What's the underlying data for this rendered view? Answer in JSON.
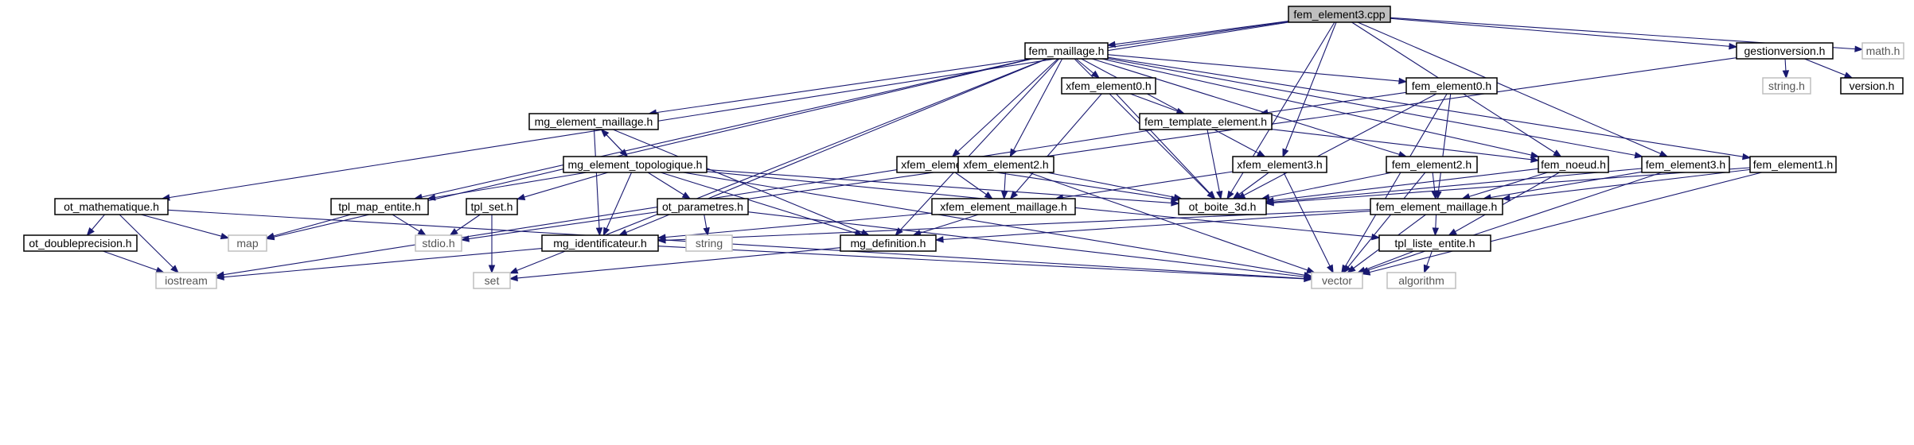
{
  "nodes": [
    {
      "id": "root",
      "label": "fem_element3.cpp",
      "kind": "root"
    },
    {
      "id": "fem_maillage",
      "label": "fem_maillage.h",
      "kind": "local"
    },
    {
      "id": "gestionversion",
      "label": "gestionversion.h",
      "kind": "local"
    },
    {
      "id": "math",
      "label": "math.h",
      "kind": "system"
    },
    {
      "id": "string_h",
      "label": "string.h",
      "kind": "system"
    },
    {
      "id": "version",
      "label": "version.h",
      "kind": "local"
    },
    {
      "id": "xfem_element0",
      "label": "xfem_element0.h",
      "kind": "local"
    },
    {
      "id": "fem_element0",
      "label": "fem_element0.h",
      "kind": "local"
    },
    {
      "id": "mg_element_maillage",
      "label": "mg_element_maillage.h",
      "kind": "local"
    },
    {
      "id": "fem_template_element",
      "label": "fem_template_element.h",
      "kind": "local"
    },
    {
      "id": "mg_element_topologique",
      "label": "mg_element_topologique.h",
      "kind": "local"
    },
    {
      "id": "xfem_element1",
      "label": "xfem_element1.h",
      "kind": "local"
    },
    {
      "id": "xfem_element2",
      "label": "xfem_element2.h",
      "kind": "local"
    },
    {
      "id": "xfem_element3",
      "label": "xfem_element3.h",
      "kind": "local"
    },
    {
      "id": "fem_element2",
      "label": "fem_element2.h",
      "kind": "local"
    },
    {
      "id": "fem_noeud",
      "label": "fem_noeud.h",
      "kind": "local"
    },
    {
      "id": "fem_element3",
      "label": "fem_element3.h",
      "kind": "local"
    },
    {
      "id": "fem_element1",
      "label": "fem_element1.h",
      "kind": "local"
    },
    {
      "id": "ot_mathematique",
      "label": "ot_mathematique.h",
      "kind": "local"
    },
    {
      "id": "tpl_map_entite",
      "label": "tpl_map_entite.h",
      "kind": "local"
    },
    {
      "id": "tpl_set",
      "label": "tpl_set.h",
      "kind": "local"
    },
    {
      "id": "ot_parametres",
      "label": "ot_parametres.h",
      "kind": "local"
    },
    {
      "id": "xfem_element_maillage",
      "label": "xfem_element_maillage.h",
      "kind": "local"
    },
    {
      "id": "ot_boite_3d",
      "label": "ot_boite_3d.h",
      "kind": "local"
    },
    {
      "id": "fem_element_maillage",
      "label": "fem_element_maillage.h",
      "kind": "local"
    },
    {
      "id": "ot_doubleprecision",
      "label": "ot_doubleprecision.h",
      "kind": "local"
    },
    {
      "id": "map",
      "label": "map",
      "kind": "system"
    },
    {
      "id": "stdio",
      "label": "stdio.h",
      "kind": "system"
    },
    {
      "id": "mg_identificateur",
      "label": "mg_identificateur.h",
      "kind": "local"
    },
    {
      "id": "string",
      "label": "string",
      "kind": "system"
    },
    {
      "id": "mg_definition",
      "label": "mg_definition.h",
      "kind": "local"
    },
    {
      "id": "tpl_liste_entite",
      "label": "tpl_liste_entite.h",
      "kind": "local"
    },
    {
      "id": "iostream",
      "label": "iostream",
      "kind": "system"
    },
    {
      "id": "set",
      "label": "set",
      "kind": "system"
    },
    {
      "id": "vector",
      "label": "vector",
      "kind": "system"
    },
    {
      "id": "algorithm",
      "label": "algorithm",
      "kind": "system"
    }
  ],
  "edges": [
    [
      "root",
      "fem_maillage"
    ],
    [
      "root",
      "gestionversion"
    ],
    [
      "root",
      "math"
    ],
    [
      "root",
      "mg_element_maillage"
    ],
    [
      "root",
      "ot_mathematique"
    ],
    [
      "root",
      "xfem_element3"
    ],
    [
      "root",
      "fem_noeud"
    ],
    [
      "root",
      "fem_element3"
    ],
    [
      "root",
      "ot_boite_3d"
    ],
    [
      "gestionversion",
      "string_h"
    ],
    [
      "gestionversion",
      "version"
    ],
    [
      "gestionversion",
      "stdio"
    ],
    [
      "fem_maillage",
      "xfem_element0"
    ],
    [
      "fem_maillage",
      "fem_element0"
    ],
    [
      "fem_maillage",
      "xfem_element1"
    ],
    [
      "fem_maillage",
      "xfem_element2"
    ],
    [
      "fem_maillage",
      "xfem_element3"
    ],
    [
      "fem_maillage",
      "fem_element2"
    ],
    [
      "fem_maillage",
      "fem_noeud"
    ],
    [
      "fem_maillage",
      "fem_element3"
    ],
    [
      "fem_maillage",
      "fem_element1"
    ],
    [
      "fem_maillage",
      "tpl_map_entite"
    ],
    [
      "fem_maillage",
      "map"
    ],
    [
      "fem_maillage",
      "set"
    ],
    [
      "fem_maillage",
      "mg_identificateur"
    ],
    [
      "fem_maillage",
      "mg_definition"
    ],
    [
      "fem_maillage",
      "ot_boite_3d"
    ],
    [
      "xfem_element0",
      "fem_template_element"
    ],
    [
      "xfem_element0",
      "xfem_element_maillage"
    ],
    [
      "xfem_element0",
      "ot_boite_3d"
    ],
    [
      "fem_element0",
      "fem_template_element"
    ],
    [
      "fem_element0",
      "ot_boite_3d"
    ],
    [
      "fem_element0",
      "fem_element_maillage"
    ],
    [
      "fem_element0",
      "vector"
    ],
    [
      "mg_element_maillage",
      "mg_element_topologique"
    ],
    [
      "mg_element_maillage",
      "mg_identificateur"
    ],
    [
      "mg_element_maillage",
      "mg_definition"
    ],
    [
      "fem_template_element",
      "fem_noeud"
    ],
    [
      "fem_template_element",
      "ot_boite_3d"
    ],
    [
      "fem_template_element",
      "iostream"
    ],
    [
      "mg_element_topologique",
      "mg_element_maillage"
    ],
    [
      "mg_element_topologique",
      "tpl_map_entite"
    ],
    [
      "mg_element_topologique",
      "tpl_set"
    ],
    [
      "mg_element_topologique",
      "ot_parametres"
    ],
    [
      "mg_element_topologique",
      "mg_identificateur"
    ],
    [
      "mg_element_topologique",
      "mg_definition"
    ],
    [
      "mg_element_topologique",
      "ot_boite_3d"
    ],
    [
      "mg_element_topologique",
      "tpl_liste_entite"
    ],
    [
      "mg_element_topologique",
      "vector"
    ],
    [
      "xfem_element1",
      "xfem_element_maillage"
    ],
    [
      "xfem_element1",
      "ot_boite_3d"
    ],
    [
      "xfem_element2",
      "xfem_element_maillage"
    ],
    [
      "xfem_element2",
      "ot_boite_3d"
    ],
    [
      "xfem_element2",
      "vector"
    ],
    [
      "xfem_element3",
      "xfem_element_maillage"
    ],
    [
      "xfem_element3",
      "ot_boite_3d"
    ],
    [
      "xfem_element3",
      "vector"
    ],
    [
      "fem_element2",
      "fem_element_maillage"
    ],
    [
      "fem_element2",
      "ot_boite_3d"
    ],
    [
      "fem_element2",
      "vector"
    ],
    [
      "fem_noeud",
      "fem_element_maillage"
    ],
    [
      "fem_noeud",
      "ot_boite_3d"
    ],
    [
      "fem_noeud",
      "tpl_liste_entite"
    ],
    [
      "fem_element3",
      "fem_element_maillage"
    ],
    [
      "fem_element3",
      "ot_boite_3d"
    ],
    [
      "fem_element3",
      "vector"
    ],
    [
      "fem_element1",
      "fem_element_maillage"
    ],
    [
      "fem_element1",
      "ot_boite_3d"
    ],
    [
      "fem_element1",
      "vector"
    ],
    [
      "ot_mathematique",
      "ot_doubleprecision"
    ],
    [
      "ot_mathematique",
      "map"
    ],
    [
      "ot_mathematique",
      "iostream"
    ],
    [
      "ot_mathematique",
      "vector"
    ],
    [
      "tpl_map_entite",
      "map"
    ],
    [
      "tpl_map_entite",
      "stdio"
    ],
    [
      "tpl_set",
      "stdio"
    ],
    [
      "tpl_set",
      "set"
    ],
    [
      "ot_parametres",
      "string"
    ],
    [
      "ot_parametres",
      "vector"
    ],
    [
      "xfem_element_maillage",
      "mg_identificateur"
    ],
    [
      "xfem_element_maillage",
      "mg_definition"
    ],
    [
      "fem_element_maillage",
      "mg_identificateur"
    ],
    [
      "fem_element_maillage",
      "mg_definition"
    ],
    [
      "fem_element_maillage",
      "tpl_liste_entite"
    ],
    [
      "fem_element_maillage",
      "vector"
    ],
    [
      "ot_doubleprecision",
      "iostream"
    ],
    [
      "mg_identificateur",
      "iostream"
    ],
    [
      "mg_identificateur",
      "vector"
    ],
    [
      "mg_definition",
      "set"
    ],
    [
      "tpl_liste_entite",
      "vector"
    ],
    [
      "tpl_liste_entite",
      "algorithm"
    ]
  ],
  "colors": {
    "edge": "#191970",
    "root_fill": "#bfbfbf",
    "local_border": "#000000",
    "system_border": "#bfbfbf",
    "system_text": "#555555",
    "text": "#000000"
  }
}
